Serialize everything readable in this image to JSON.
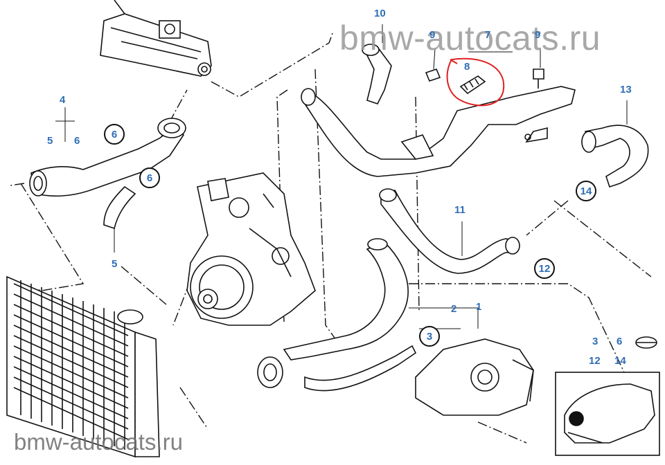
{
  "diagram": {
    "watermark_top": "bmw-autocats.ru",
    "watermark_bottom": "bmw-autocats.ru",
    "callouts": {
      "c1": "1",
      "c2": "2",
      "c4": "4",
      "c5a": "5",
      "c5b": "5",
      "c6a": "6",
      "c7": "7",
      "c8": "8",
      "c9a": "9",
      "c9b": "9",
      "c10": "10",
      "c11": "11",
      "c13": "13",
      "inset3": "3",
      "inset6": "6",
      "inset12": "12",
      "inset14": "14"
    },
    "circled": {
      "r3": "3",
      "r6a": "6",
      "r6b": "6",
      "r12": "12",
      "r14": "14"
    }
  },
  "colors": {
    "callout": "#2f6db5",
    "highlight": "#e02020",
    "line": "#111111",
    "watermark": "#9a9a9a"
  }
}
